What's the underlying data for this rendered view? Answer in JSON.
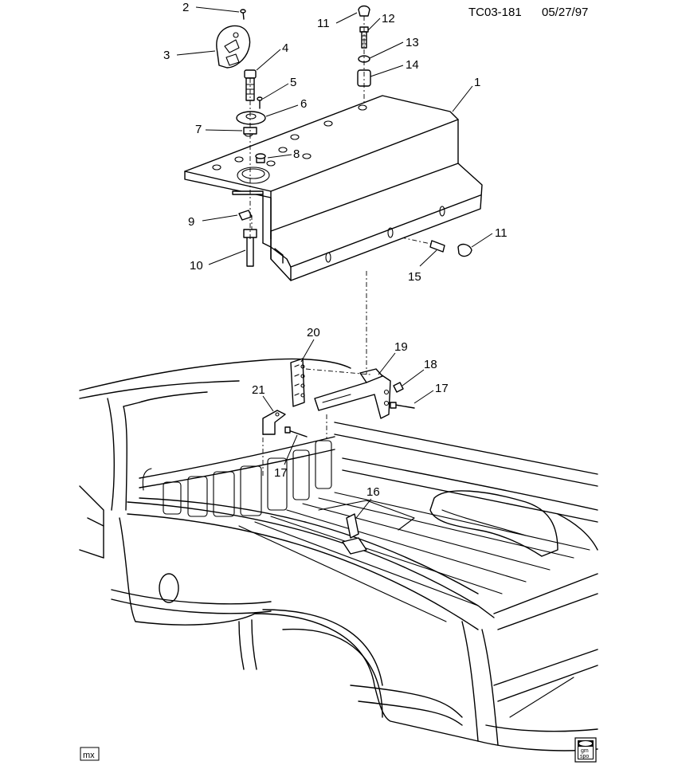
{
  "header": {
    "code": "TC03-181",
    "date": "05/27/97"
  },
  "callouts": [
    "2",
    "3",
    "4",
    "5",
    "6",
    "7",
    "8",
    "9",
    "10",
    "11",
    "12",
    "13",
    "14",
    "1",
    "11",
    "15",
    "20",
    "19",
    "18",
    "17",
    "21",
    "17",
    "16"
  ],
  "footer": {
    "left_tag": "mx",
    "right_logo_top": "gm",
    "right_logo_bottom": "spo"
  }
}
